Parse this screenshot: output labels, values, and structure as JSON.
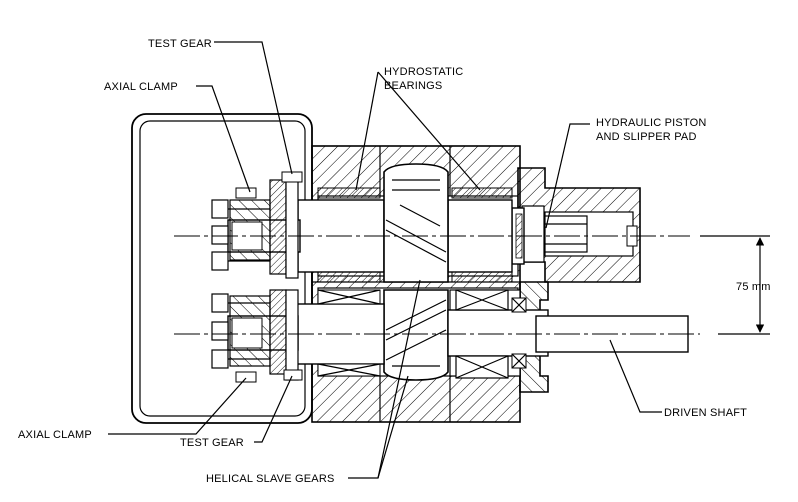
{
  "labels": {
    "test_gear_top": "TEST GEAR",
    "axial_clamp_top": "AXIAL CLAMP",
    "hydrostatic_1": "HYDROSTATIC",
    "hydrostatic_2": "BEARINGS",
    "piston_1": "HYDRAULIC PISTON",
    "piston_2": "AND SLIPPER PAD",
    "dimension": "75  mm",
    "driven_shaft": "DRIVEN SHAFT",
    "axial_clamp_bottom": "AXIAL CLAMP",
    "test_gear_bottom": "TEST GEAR",
    "helical_slave_gears": "HELICAL SLAVE GEARS"
  }
}
